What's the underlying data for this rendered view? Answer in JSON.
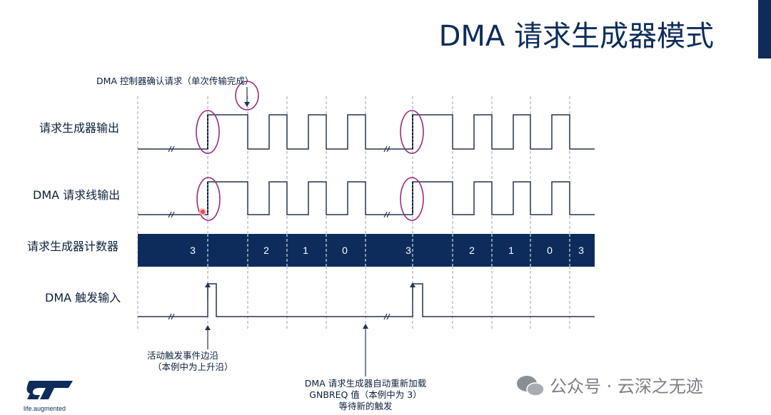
{
  "title": "DMA 请求生成器模式",
  "rows": {
    "generator_output": "请求生成器输出",
    "dma_line_output": "DMA 请求线输出",
    "counter": "请求生成器计数器",
    "trigger_input": "DMA 触发输入"
  },
  "counter_values": [
    "3",
    "2",
    "1",
    "0",
    "3",
    "2",
    "1",
    "0",
    "3"
  ],
  "annotations": {
    "ack": "DMA 控制器确认请求（单次传输完成）",
    "edge_line1": "活动触发事件边沿",
    "edge_line2": "（本例中为上升沿）",
    "reload_line1": "DMA 请求生成器自动重新加载",
    "reload_line2": "GNBREQ 值（本例中为 3）",
    "reload_line3": "等待新的触发"
  },
  "logo_text": "life.augmented",
  "watermark": "公众号 · 云深之无迹",
  "colors": {
    "navy": "#0d2c5b",
    "signal": "#24344f",
    "highlight": "#9b2a7b"
  }
}
